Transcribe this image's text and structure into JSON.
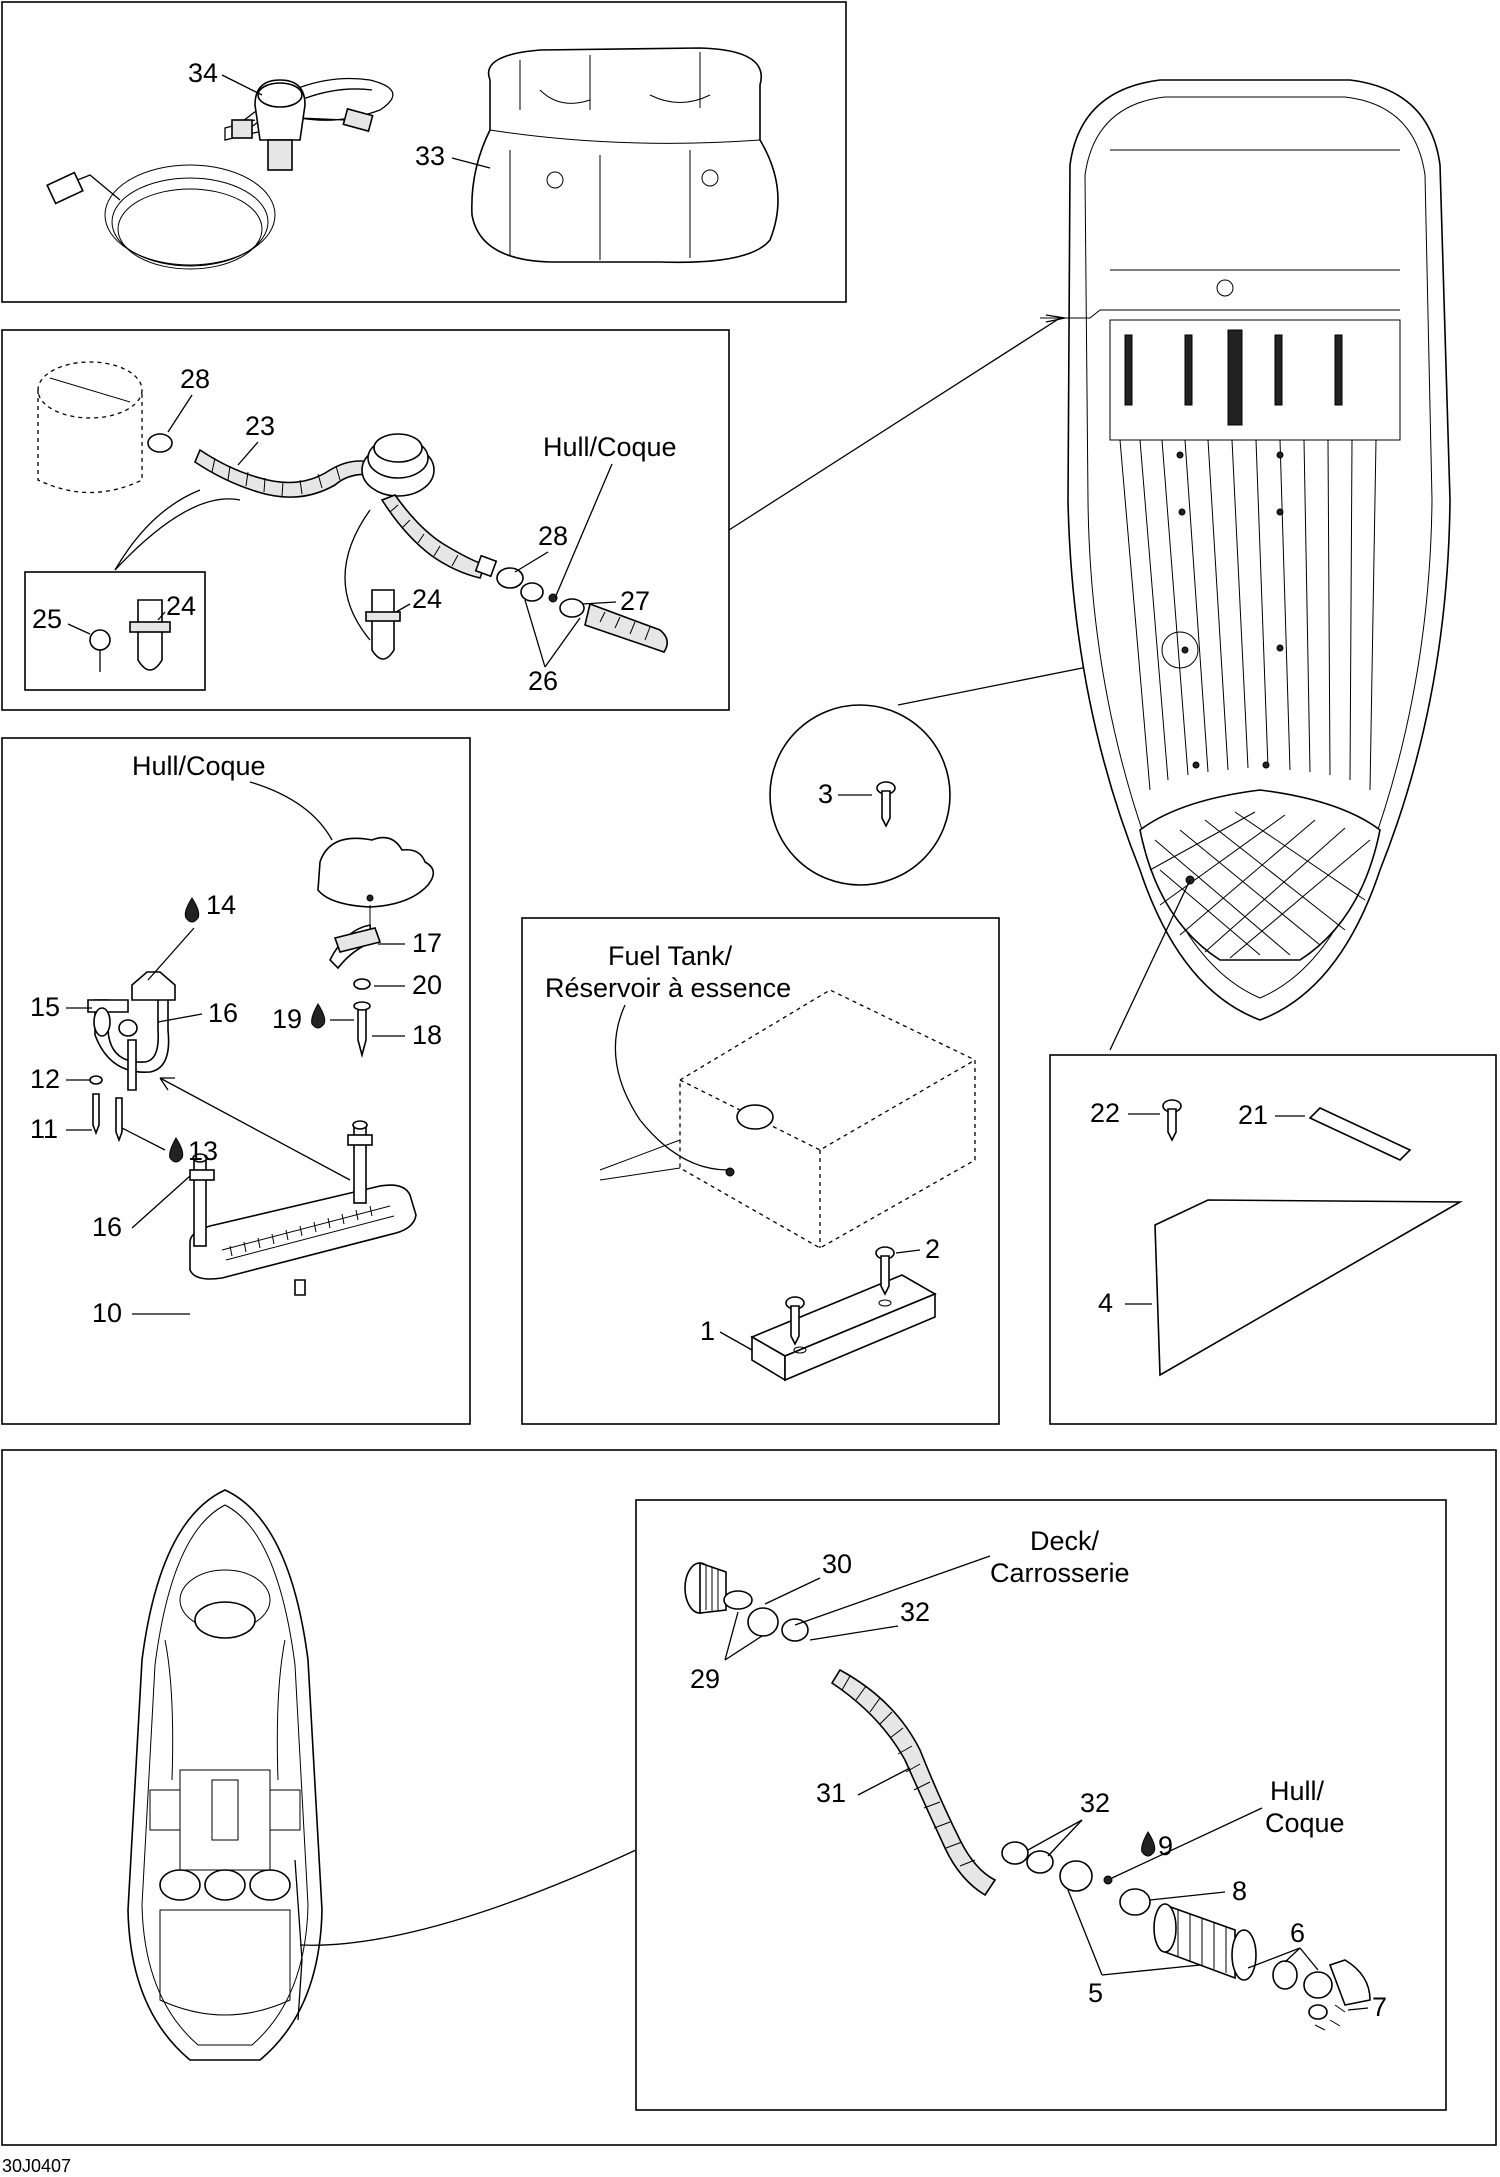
{
  "labels": {
    "p1": "1",
    "p2": "2",
    "p3": "3",
    "p4": "4",
    "p5": "5",
    "p6": "6",
    "p7": "7",
    "p8": "8",
    "p9": "9",
    "p10": "10",
    "p11": "11",
    "p12": "12",
    "p13": "13",
    "p14": "14",
    "p15": "15",
    "p16a": "16",
    "p16b": "16",
    "p17": "17",
    "p18": "18",
    "p19": "19",
    "p20": "20",
    "p21": "21",
    "p22": "22",
    "p23": "23",
    "p24a": "24",
    "p24b": "24",
    "p25": "25",
    "p26": "26",
    "p27": "27",
    "p28a": "28",
    "p28b": "28",
    "p29": "29",
    "p30": "30",
    "p31": "31",
    "p32a": "32",
    "p32b": "32",
    "p33": "33",
    "p34": "34"
  },
  "text": {
    "hull_coque_1": "Hull/Coque",
    "hull_coque_2": "Hull/Coque",
    "fuel_tank_1": "Fuel Tank/",
    "fuel_tank_2": "Réservoir à essence",
    "deck_1": "Deck/",
    "deck_2": "Carrosserie",
    "hull_1": "Hull/",
    "hull_2": "Coque",
    "figure_code": "30J0407"
  },
  "icons": {
    "adhesive": "drop-icon"
  }
}
